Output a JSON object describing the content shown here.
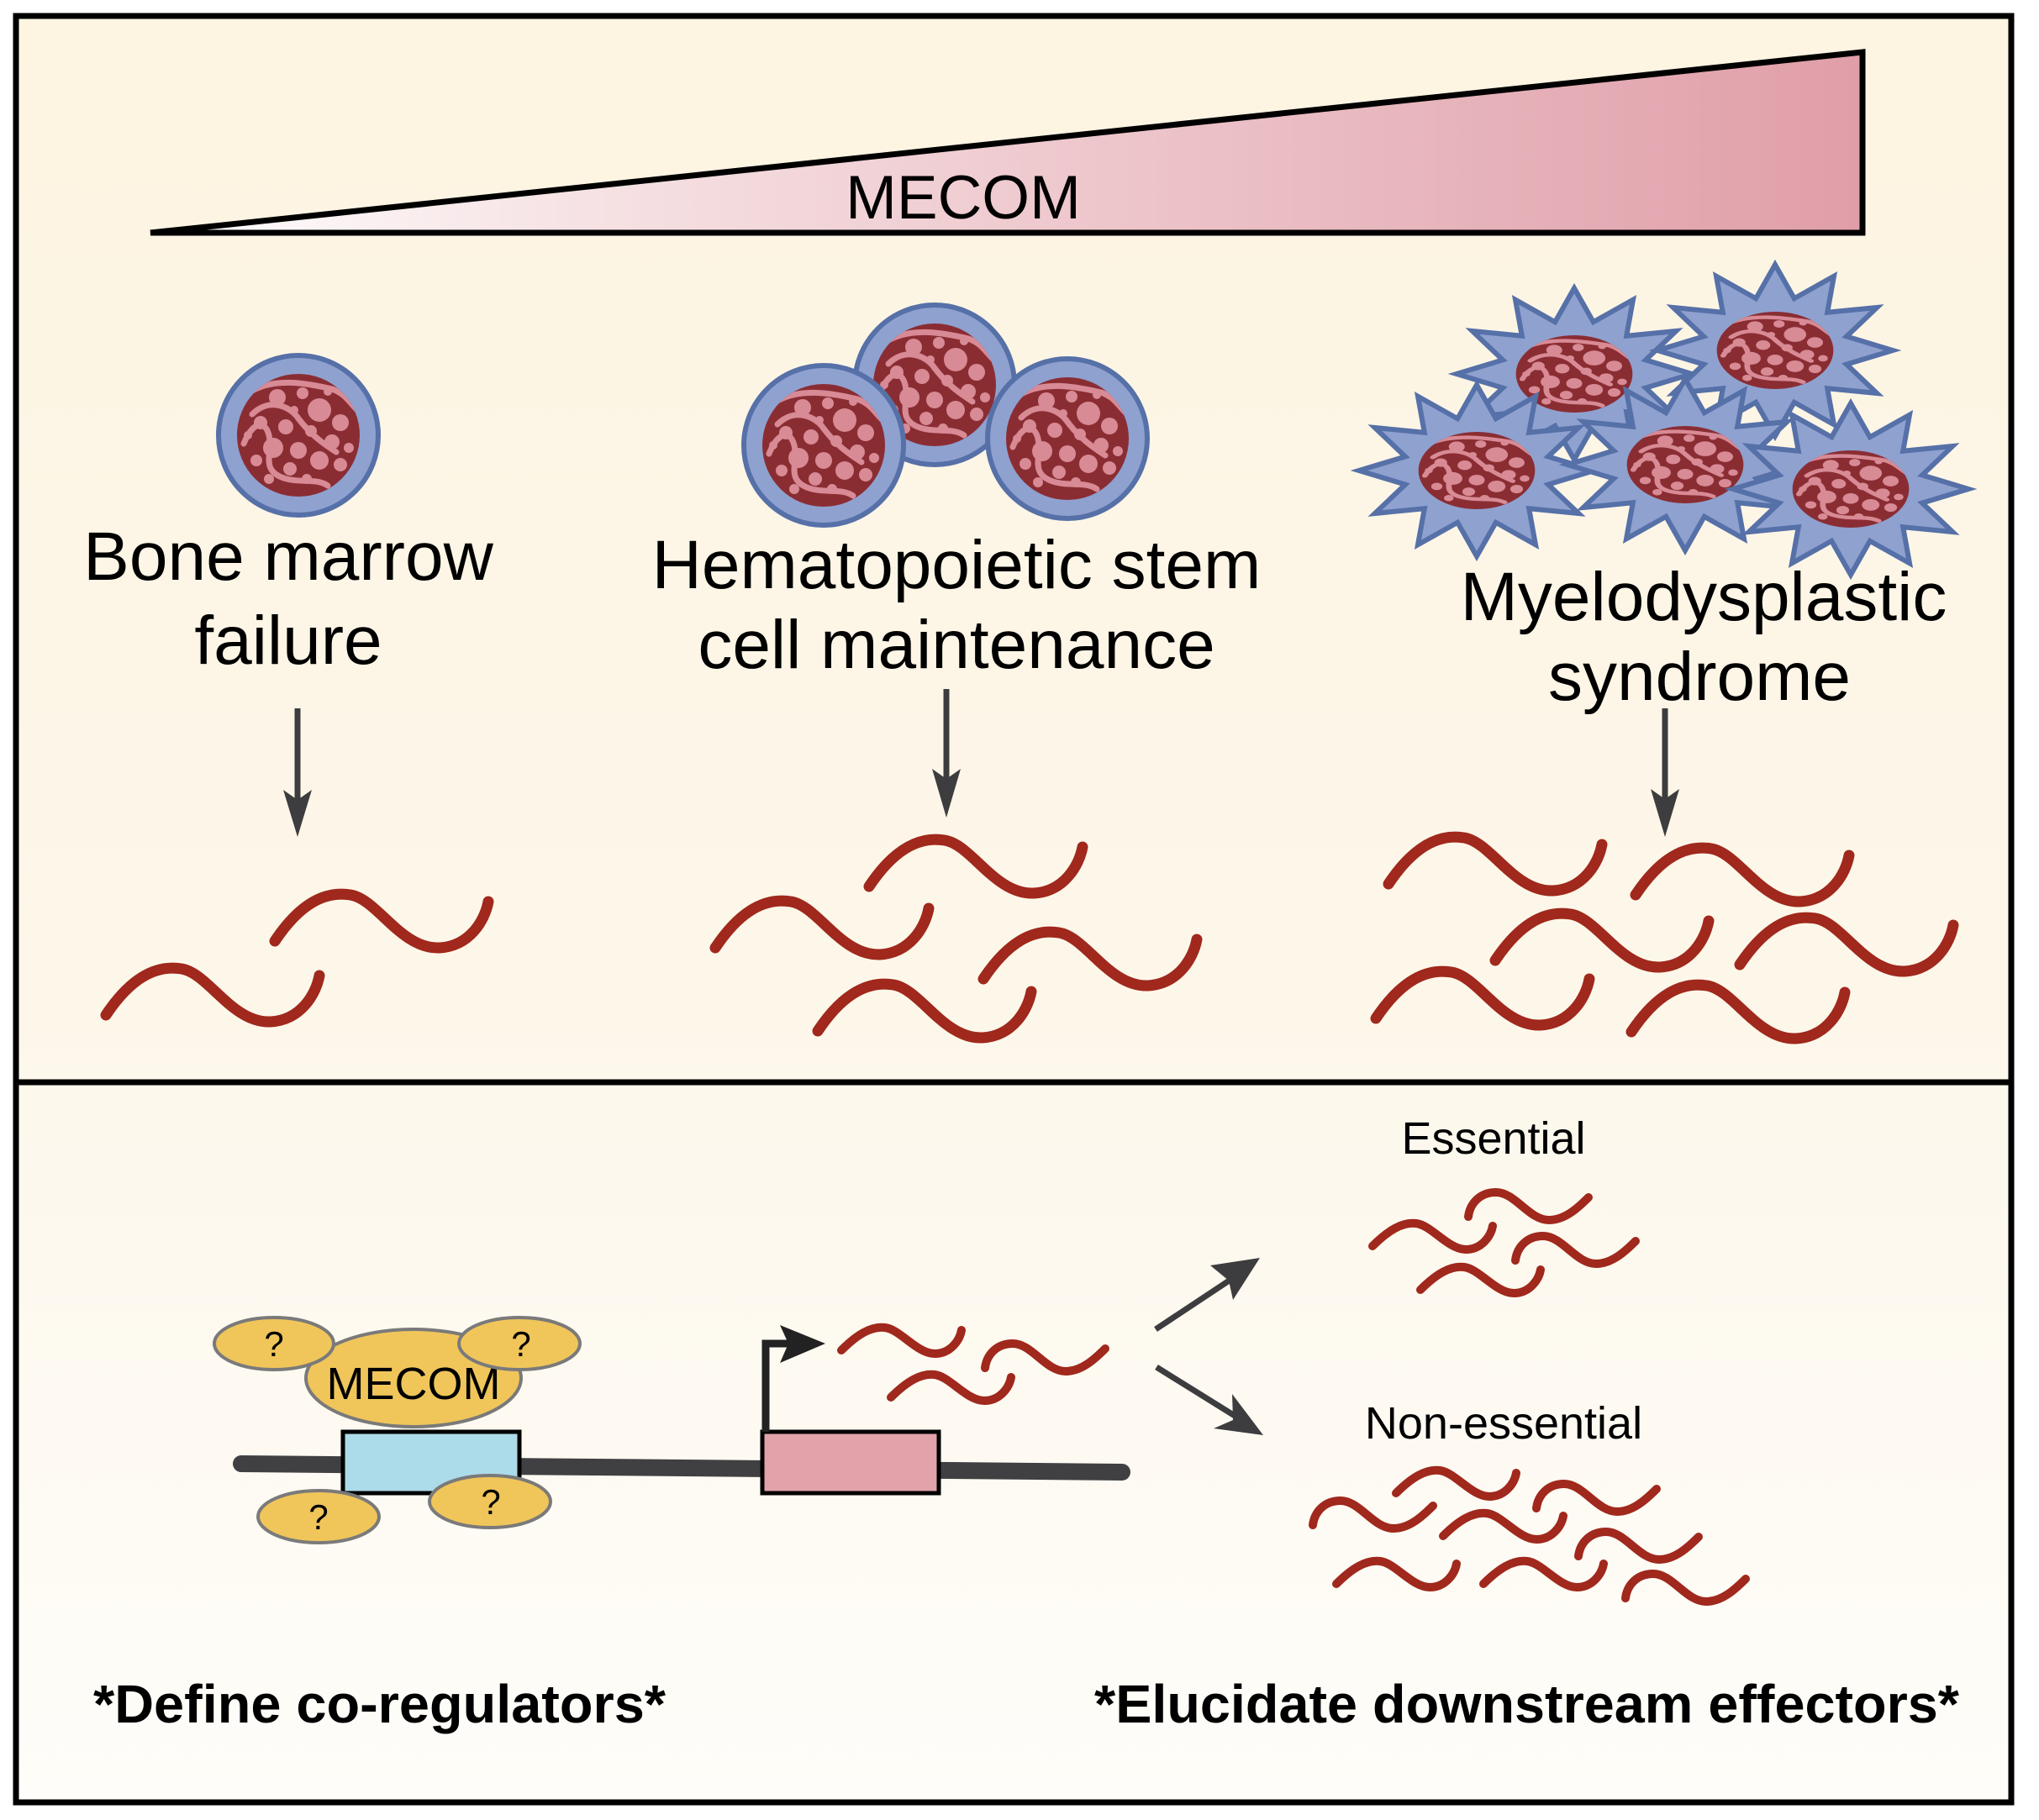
{
  "figure": {
    "top_panel": {
      "gradient_label": "MECOM",
      "gradient_colors": {
        "start": "#fbf1ee",
        "end": "#e09ea8"
      },
      "stages": [
        {
          "title_line1": "Bone marrow",
          "title_line2": "failure",
          "cell_type": "normal-round",
          "cell_count": 1,
          "transcript_count": 2
        },
        {
          "title_line1": "Hematopoietic stem",
          "title_line2": "cell maintenance",
          "cell_type": "normal-round",
          "cell_count": 3,
          "transcript_count": 4
        },
        {
          "title_line1": "Myelodysplastic",
          "title_line2": "syndrome",
          "cell_type": "spiky-dysplastic",
          "cell_count": 5,
          "transcript_count": 6
        }
      ]
    },
    "bottom_panel": {
      "complex_label": "MECOM",
      "coregulator_label": "?",
      "coregulator_count": 4,
      "branch_essential_label": "Essential",
      "branch_nonessential_label": "Non-essential",
      "promoter_transcript_count": 3,
      "essential_transcript_count": 4,
      "nonessential_transcript_count": 8,
      "goal_left": "*Define co-regulators*",
      "goal_right": "*Elucidate downstream effectors*"
    },
    "colors": {
      "background_top": "#fdf4e1",
      "background_bottom": "#fefdf9",
      "border": "#000000",
      "transcript": "#a0281c",
      "arrow": "#3d3d3f",
      "cell_membrane": "#8fa1cf",
      "cell_outline": "#5670a8",
      "nucleus": "#8a2d33",
      "nucleus_blob": "#d88a95",
      "coregulator": "#f0c55a",
      "binding_site": "#acdbe9",
      "target_gene": "#e2a2aa",
      "dna": "#404042"
    }
  }
}
